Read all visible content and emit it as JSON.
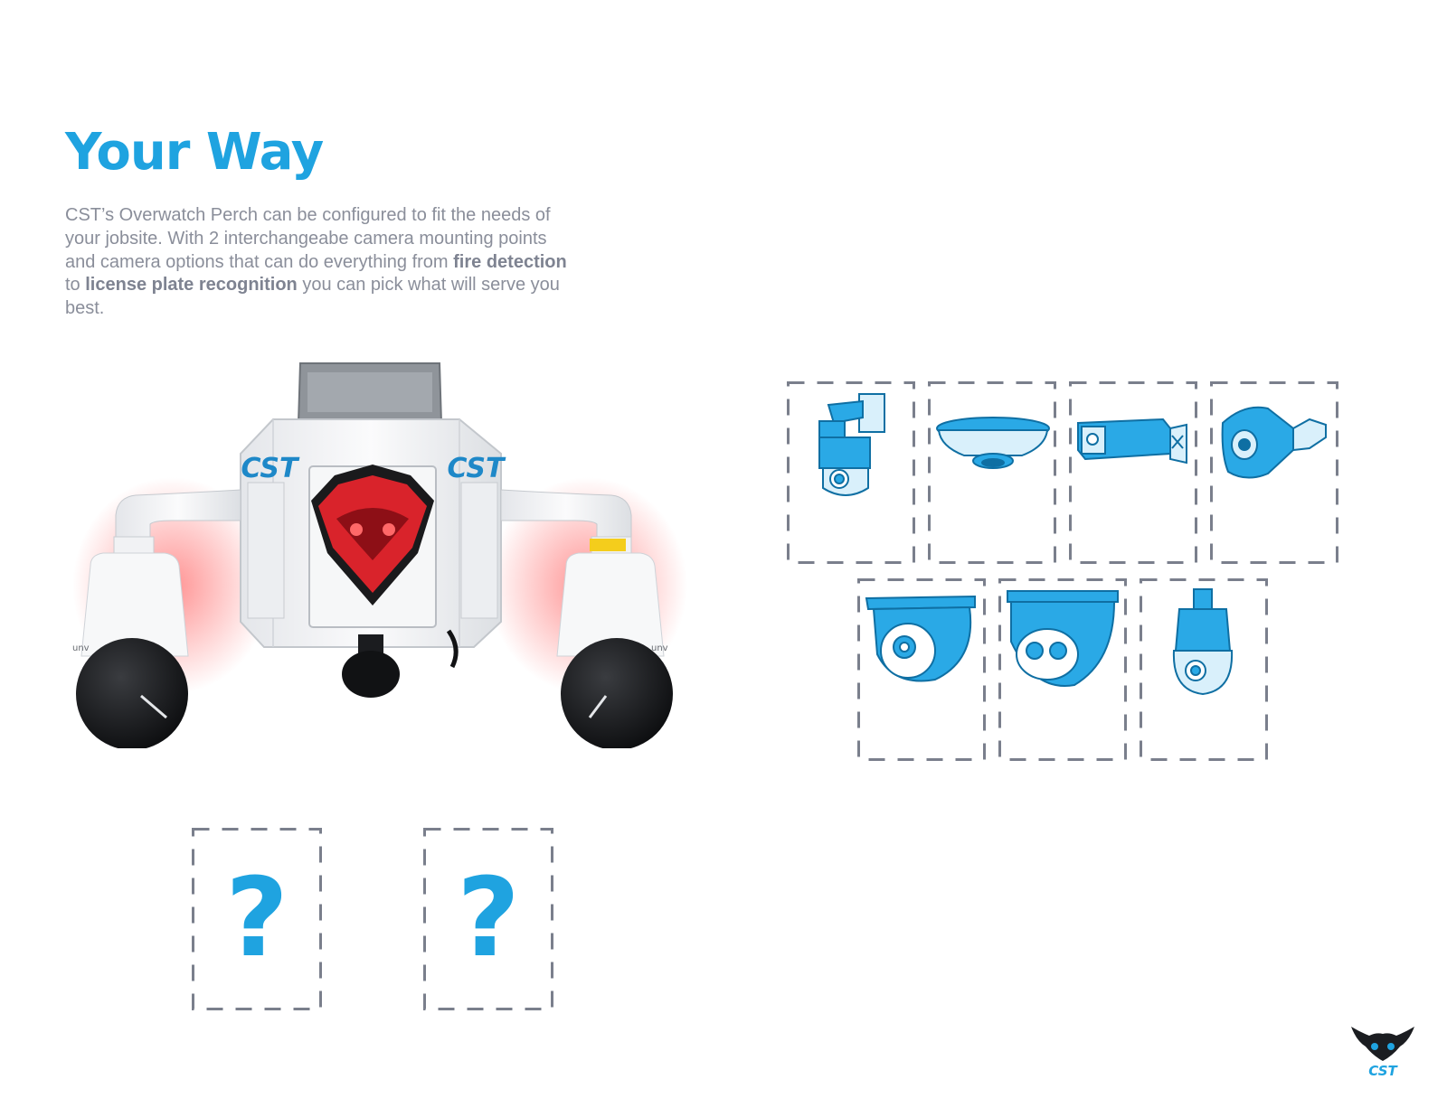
{
  "heading": {
    "title": "Your Way"
  },
  "description": {
    "p1": "CST’s Overwatch Perch  can be configured to fit the needs of your jobsite.  With 2 interchangeabe camera mounting points and camera options that can do everything from ",
    "bold1": "fire detection",
    "p2": " to ",
    "bold2": "license plate recognition",
    "p3": " you can pick what will serve you best."
  },
  "perch": {
    "case_label": "CST",
    "camera_brand": "uniview",
    "camera_brand_label": "unv"
  },
  "camera_options": [
    {
      "icon": "wall-mount-ptz-camera-icon"
    },
    {
      "icon": "fisheye-dome-camera-icon"
    },
    {
      "icon": "bullet-camera-icon"
    },
    {
      "icon": "horn-speaker-icon"
    },
    {
      "icon": "turret-camera-icon"
    },
    {
      "icon": "dual-lens-dome-camera-icon"
    },
    {
      "icon": "ptz-camera-icon"
    }
  ],
  "mount_slots": [
    {
      "symbol": "?"
    },
    {
      "symbol": "?"
    }
  ],
  "logo": {
    "text": "CST"
  },
  "colors": {
    "accent_blue": "#1fa3e0",
    "text_gray": "#8a8e9a",
    "dashed_border": "#7a7f8c",
    "eye_red": "#d9232b"
  }
}
